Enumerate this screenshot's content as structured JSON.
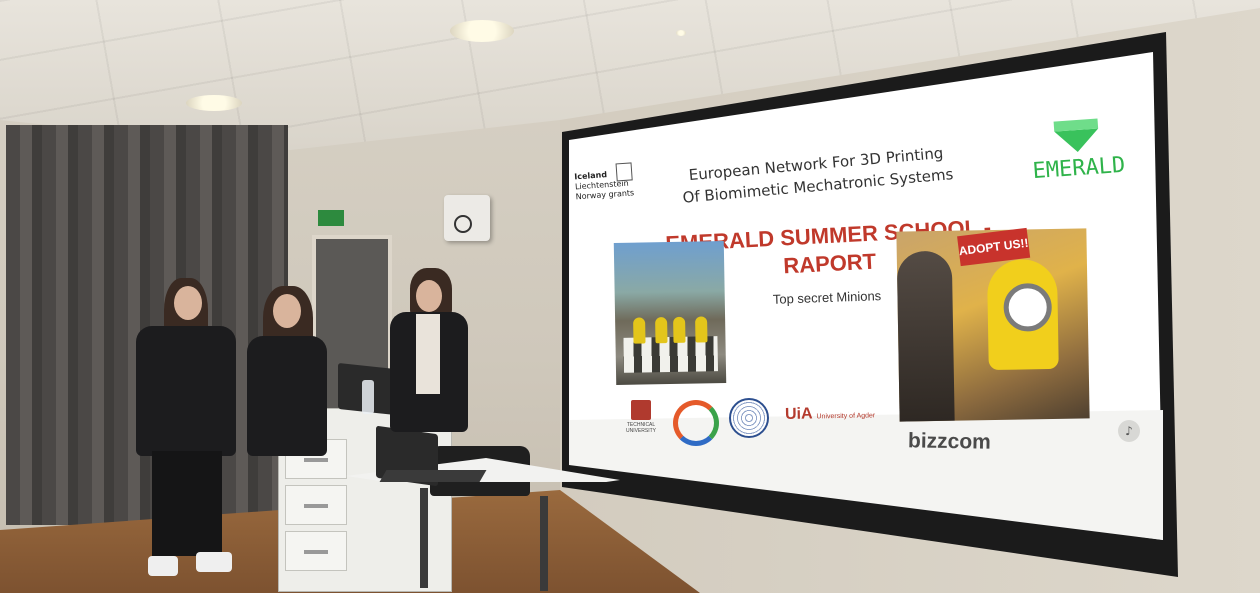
{
  "slide": {
    "project_title_line1": "European Network For 3D Printing",
    "project_title_line2": "Of Biomimetic Mechatronic Systems",
    "grants_line1": "Iceland",
    "grants_line2": "Liechtenstein",
    "grants_line3": "Norway grants",
    "emerald_logo": "EMERALD",
    "title_line1": "EMERALD SUMMER SCHOOL -",
    "title_line2": "RAPORT",
    "caption": "Top secret Minions",
    "sign_text": "ADOPT US!!"
  },
  "footer_logos": {
    "tu_label": "TECHNICAL UNIVERSITY",
    "uia": "UiA",
    "uia_sub_line1": "University",
    "uia_sub_line2": "of Agder",
    "bizzcom": "bizzcom"
  },
  "colors": {
    "slide_title": "#c0392b",
    "emerald_green": "#2fb34a",
    "uia_red": "#b43b2e"
  },
  "icons": {
    "volume": "speaker-volume-icon"
  }
}
